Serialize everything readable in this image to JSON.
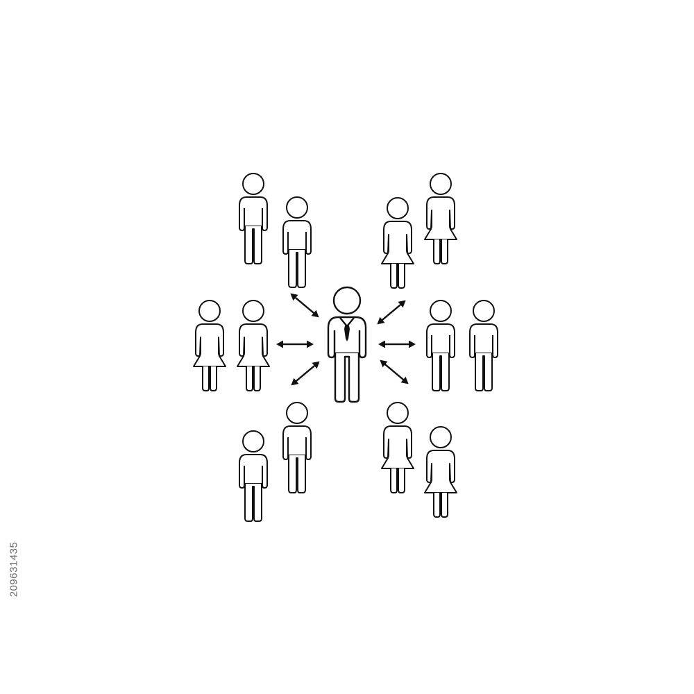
{
  "illustration": {
    "subject": "leader-connected-to-team-groups",
    "colors": {
      "stroke": "#111111",
      "fill": "#ffffff",
      "background": "#ffffff"
    },
    "center_figure": {
      "kind": "man-with-tie",
      "icon": "manager-icon"
    },
    "groups": [
      {
        "id": "top-left",
        "figures": [
          "man",
          "man"
        ]
      },
      {
        "id": "top-right",
        "figures": [
          "woman",
          "woman"
        ]
      },
      {
        "id": "left",
        "figures": [
          "woman",
          "woman"
        ]
      },
      {
        "id": "right",
        "figures": [
          "man",
          "man"
        ]
      },
      {
        "id": "bottom-left",
        "figures": [
          "man",
          "man"
        ]
      },
      {
        "id": "bottom-right",
        "figures": [
          "woman",
          "woman"
        ]
      }
    ],
    "arrows": {
      "count": 6,
      "style": "double-headed"
    }
  },
  "stock_id": "209631435"
}
